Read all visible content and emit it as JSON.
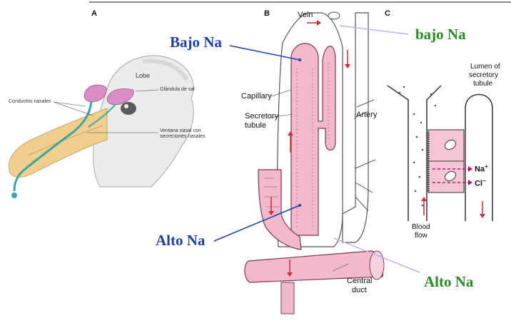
{
  "panels": {
    "a": "A",
    "b": "B",
    "c": "C"
  },
  "panel_a": {
    "lobe": "Lobe",
    "conductos": "Conductos nasales",
    "glandula": "Glándula de sal",
    "ventana_line1": "Ventana nasal con",
    "ventana_line2": "secreciones nasales"
  },
  "panel_b": {
    "vein": "Vein",
    "capillary": "Capillary",
    "secretory_line1": "Secretory",
    "secretory_line2": "tubule",
    "artery": "Artery",
    "central_line1": "Central",
    "central_line2": "duct"
  },
  "panel_c": {
    "lumen_line1": "Lumen of",
    "lumen_line2": "secretory",
    "lumen_line3": "tubule",
    "na": "Na",
    "na_sup": "+",
    "cl": "Cl",
    "cl_sup": "−",
    "blood_line1": "Blood",
    "blood_line2": "flow"
  },
  "annotations": {
    "bajo_blue": "Bajo Na",
    "bajo_green": "bajo Na",
    "alto_blue": "Alto Na",
    "alto_green": "Alto Na"
  },
  "colors": {
    "blue": "#1f3fa5",
    "green": "#2a8a22",
    "pink": "#f2b8cc",
    "beak": "#f0cf8e"
  }
}
